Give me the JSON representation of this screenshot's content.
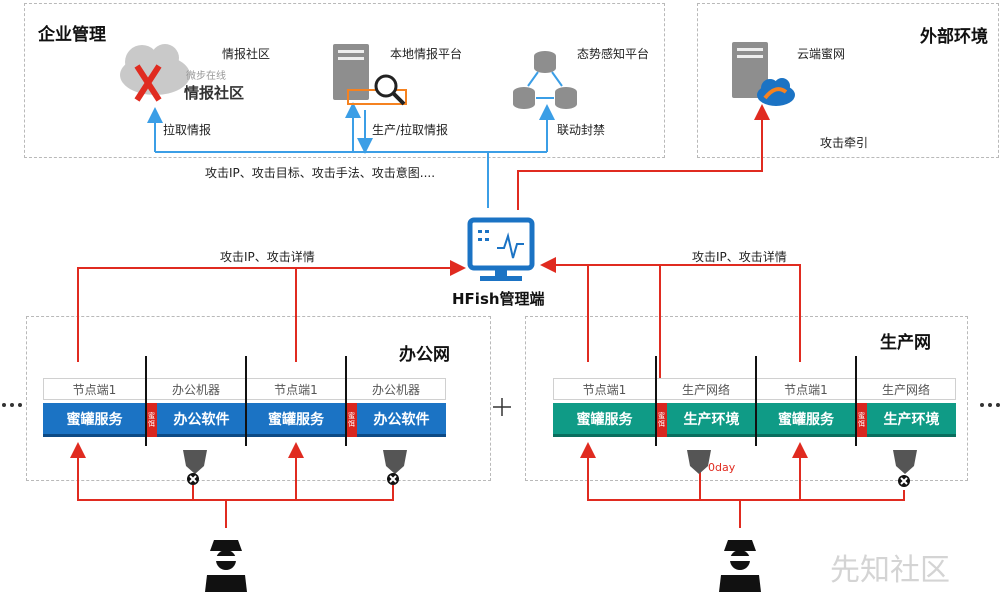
{
  "zones": {
    "enterprise": "企业管理",
    "external": "外部环境",
    "office": "办公网",
    "production": "生产网"
  },
  "top": {
    "intel_community_label": "情报社区",
    "weibu_small": "微步在线",
    "weibu_big": "情报社区",
    "local_intel_label": "本地情报平台",
    "situation_label": "态势感知平台",
    "cloud_honeynet_label": "云端蜜网",
    "pull_intel": "拉取情报",
    "produce_pull": "生产/拉取情报",
    "linkage_block": "联动封禁",
    "attack_lure": "攻击牵引",
    "attack_info": "攻击IP、攻击目标、攻击手法、攻击意图...."
  },
  "center": {
    "hfish_label": "HFish管理端",
    "left_flow": "攻击IP、攻击详情",
    "right_flow": "攻击IP、攻击详情"
  },
  "office_cells": [
    {
      "header": "节点端1",
      "service": "蜜罐服务"
    },
    {
      "header": "办公机器",
      "service": "办公软件",
      "tag": "蜜饵"
    },
    {
      "header": "节点端1",
      "service": "蜜罐服务"
    },
    {
      "header": "办公机器",
      "service": "办公软件",
      "tag": "蜜饵"
    }
  ],
  "prod_cells": [
    {
      "header": "节点端1",
      "service": "蜜罐服务"
    },
    {
      "header": "生产网络",
      "service": "生产环境",
      "tag": "蜜饵"
    },
    {
      "header": "节点端1",
      "service": "蜜罐服务"
    },
    {
      "header": "生产网络",
      "service": "生产环境",
      "tag": "蜜饵"
    }
  ],
  "zero_day": "0day",
  "watermark": "先知社区",
  "colors": {
    "red": "#e02b20",
    "blue": "#3b9ee6",
    "honeypot_blue": "#1b73c4",
    "prod_teal": "#0f9b86"
  }
}
